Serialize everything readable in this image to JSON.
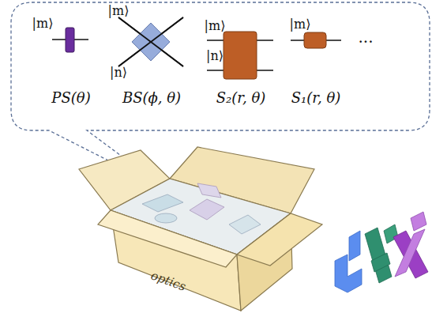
{
  "diagram": {
    "labels": [
      "|m⟩",
      "|m⟩",
      "|n⟩",
      "|m⟩",
      "|n⟩",
      "|m⟩",
      "...",
      "PS(θ)",
      "BS(ϕ, θ)",
      "S₂(r, θ)",
      "S₁(r, θ)",
      "optics"
    ]
  }
}
